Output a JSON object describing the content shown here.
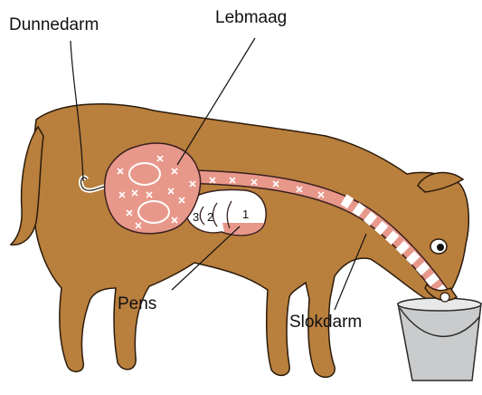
{
  "labels": {
    "small_intestine": "Dunnedarm",
    "abomasum": "Lebmaag",
    "rumen": "Pens",
    "esophagus": "Slokdarm"
  },
  "compartments": [
    "1",
    "2",
    "3"
  ],
  "colors": {
    "cow_body": "#b97f3d",
    "cow_outline": "#2a1a0a",
    "organ_pink": "#e8988a",
    "organ_outline": "#3a2020",
    "bucket": "#c9cbcc",
    "milk": "#dcdcdc",
    "background": "#ffffff"
  }
}
